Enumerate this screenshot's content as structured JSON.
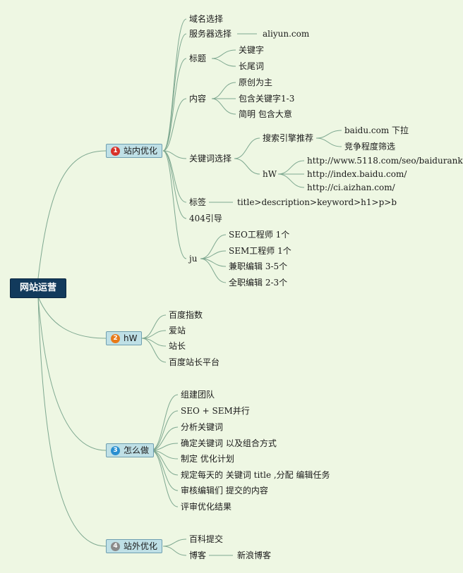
{
  "root": "网站运营",
  "colors": {
    "badge1": "#d8322a",
    "badge2": "#e87a1a",
    "badge3": "#2a8fd0",
    "badge4": "#8a8a8a"
  },
  "branch1": {
    "label": "站内优化",
    "badge": "1",
    "domain": "域名选择",
    "server": {
      "label": "服务器选择",
      "child": "aliyun.com"
    },
    "title": {
      "label": "标题",
      "children": [
        "关键字",
        "长尾词"
      ]
    },
    "content": {
      "label": "内容",
      "children": [
        "原创为主",
        "包含关键字1-3",
        "简明 包含大意"
      ]
    },
    "keyword": {
      "label": "关键词选择",
      "search": {
        "label": "搜索引擎推荐",
        "children": [
          "baidu.com 下拉",
          "竞争程度筛选"
        ]
      },
      "hw": {
        "label": "hW",
        "children": [
          "http://www.5118.com/seo/baidurank",
          "http://index.baidu.com/",
          "http://ci.aizhan.com/"
        ]
      }
    },
    "tag": {
      "label": "标签",
      "child": "title>description>keyword>h1>p>b"
    },
    "guide404": "404引导",
    "ju": {
      "label": "ju",
      "children": [
        "SEO工程师 1个",
        "SEM工程师 1个",
        "兼职编辑 3-5个",
        "全职编辑 2-3个"
      ]
    }
  },
  "branch2": {
    "label": "hW",
    "badge": "2",
    "children": [
      "百度指数",
      "爱站",
      "站长",
      "百度站长平台"
    ]
  },
  "branch3": {
    "label": "怎么做",
    "badge": "3",
    "children": [
      "组建团队",
      "SEO + SEM并行",
      "分析关键词",
      "确定关键词 以及组合方式",
      "制定 优化计划",
      "规定每天的 关键词 title ,分配 编辑任务",
      "审核编辑们 提交的内容",
      "评审优化结果"
    ]
  },
  "branch4": {
    "label": "站外优化",
    "badge": "4",
    "baike": "百科提交",
    "blog": {
      "label": "博客",
      "child": "新浪博客"
    }
  }
}
